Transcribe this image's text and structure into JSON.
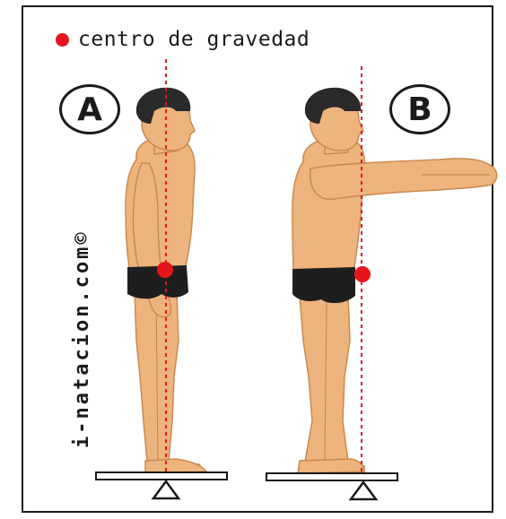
{
  "legend": {
    "label": "centro de gravedad",
    "dot_color": "#e8141c"
  },
  "figures": [
    {
      "id": "A",
      "label": "A"
    },
    {
      "id": "B",
      "label": "B"
    }
  ],
  "watermark": {
    "text": "i-natacion.com©"
  },
  "colors": {
    "skin": "#eeb47e",
    "skin_shade": "#c98950",
    "hair": "#2a2a2a",
    "trunks": "#1e1e1e",
    "cog": "#e8141c",
    "line": "#e8141c"
  }
}
